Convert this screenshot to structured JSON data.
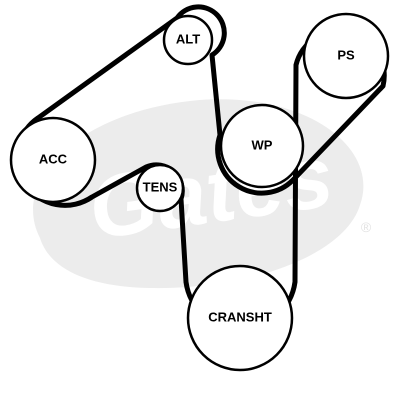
{
  "watermark": {
    "text": "Gates",
    "registered_mark": "®"
  },
  "pulleys": {
    "alt": {
      "label": "ALT"
    },
    "ps": {
      "label": "PS"
    },
    "wp": {
      "label": "WP"
    },
    "acc": {
      "label": "ACC"
    },
    "tens": {
      "label": "TENS"
    },
    "cransht": {
      "label": "CRANSHT"
    }
  }
}
